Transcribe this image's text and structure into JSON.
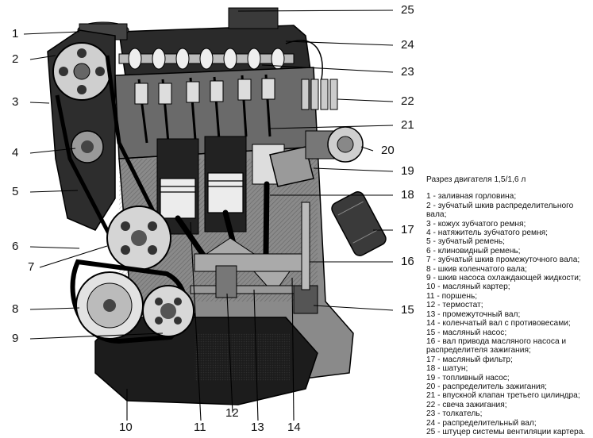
{
  "diagram": {
    "title": "Разрез двигателя 1,5/1,6 л",
    "callouts": [
      "1",
      "2",
      "3",
      "4",
      "5",
      "6",
      "7",
      "8",
      "9",
      "10",
      "11",
      "12",
      "13",
      "14",
      "15",
      "16",
      "17",
      "18",
      "19",
      "20",
      "21",
      "22",
      "23",
      "24",
      "25"
    ],
    "legend": [
      "1 - заливная горловина;",
      "2 - зубчатый шкив распределительного вала;",
      "3 - кожух зубчатого ремня;",
      "4 - натяжитель зубчатого ремня;",
      "5 - зубчатый ремень;",
      "6 - клиновидный ремень;",
      "7 - зубчатый шкив промежуточного вала;",
      "8 - шкив коленчатого вала;",
      "9 - шкив насоса охлаждающей жидкости;",
      "10 - масляный картер;",
      "11 - поршень;",
      "12 - термостат;",
      "13 - промежуточный вал;",
      "14 - коленчатый вал с противовесами;",
      "15 - масляный насос;",
      "16 - вал привода масляного насоса и распределителя зажигания;",
      "17 - масляный фильтр;",
      "18 - шатун;",
      "19 - топливный насос;",
      "20 - распределитель зажигания;",
      "21 - впускной клапан третьего цилиндра;",
      "22 - свеча зажигания;",
      "23 - толкатель;",
      "24 - распределительный вал;",
      "25 - штуцер системы вентиляции картера."
    ]
  }
}
